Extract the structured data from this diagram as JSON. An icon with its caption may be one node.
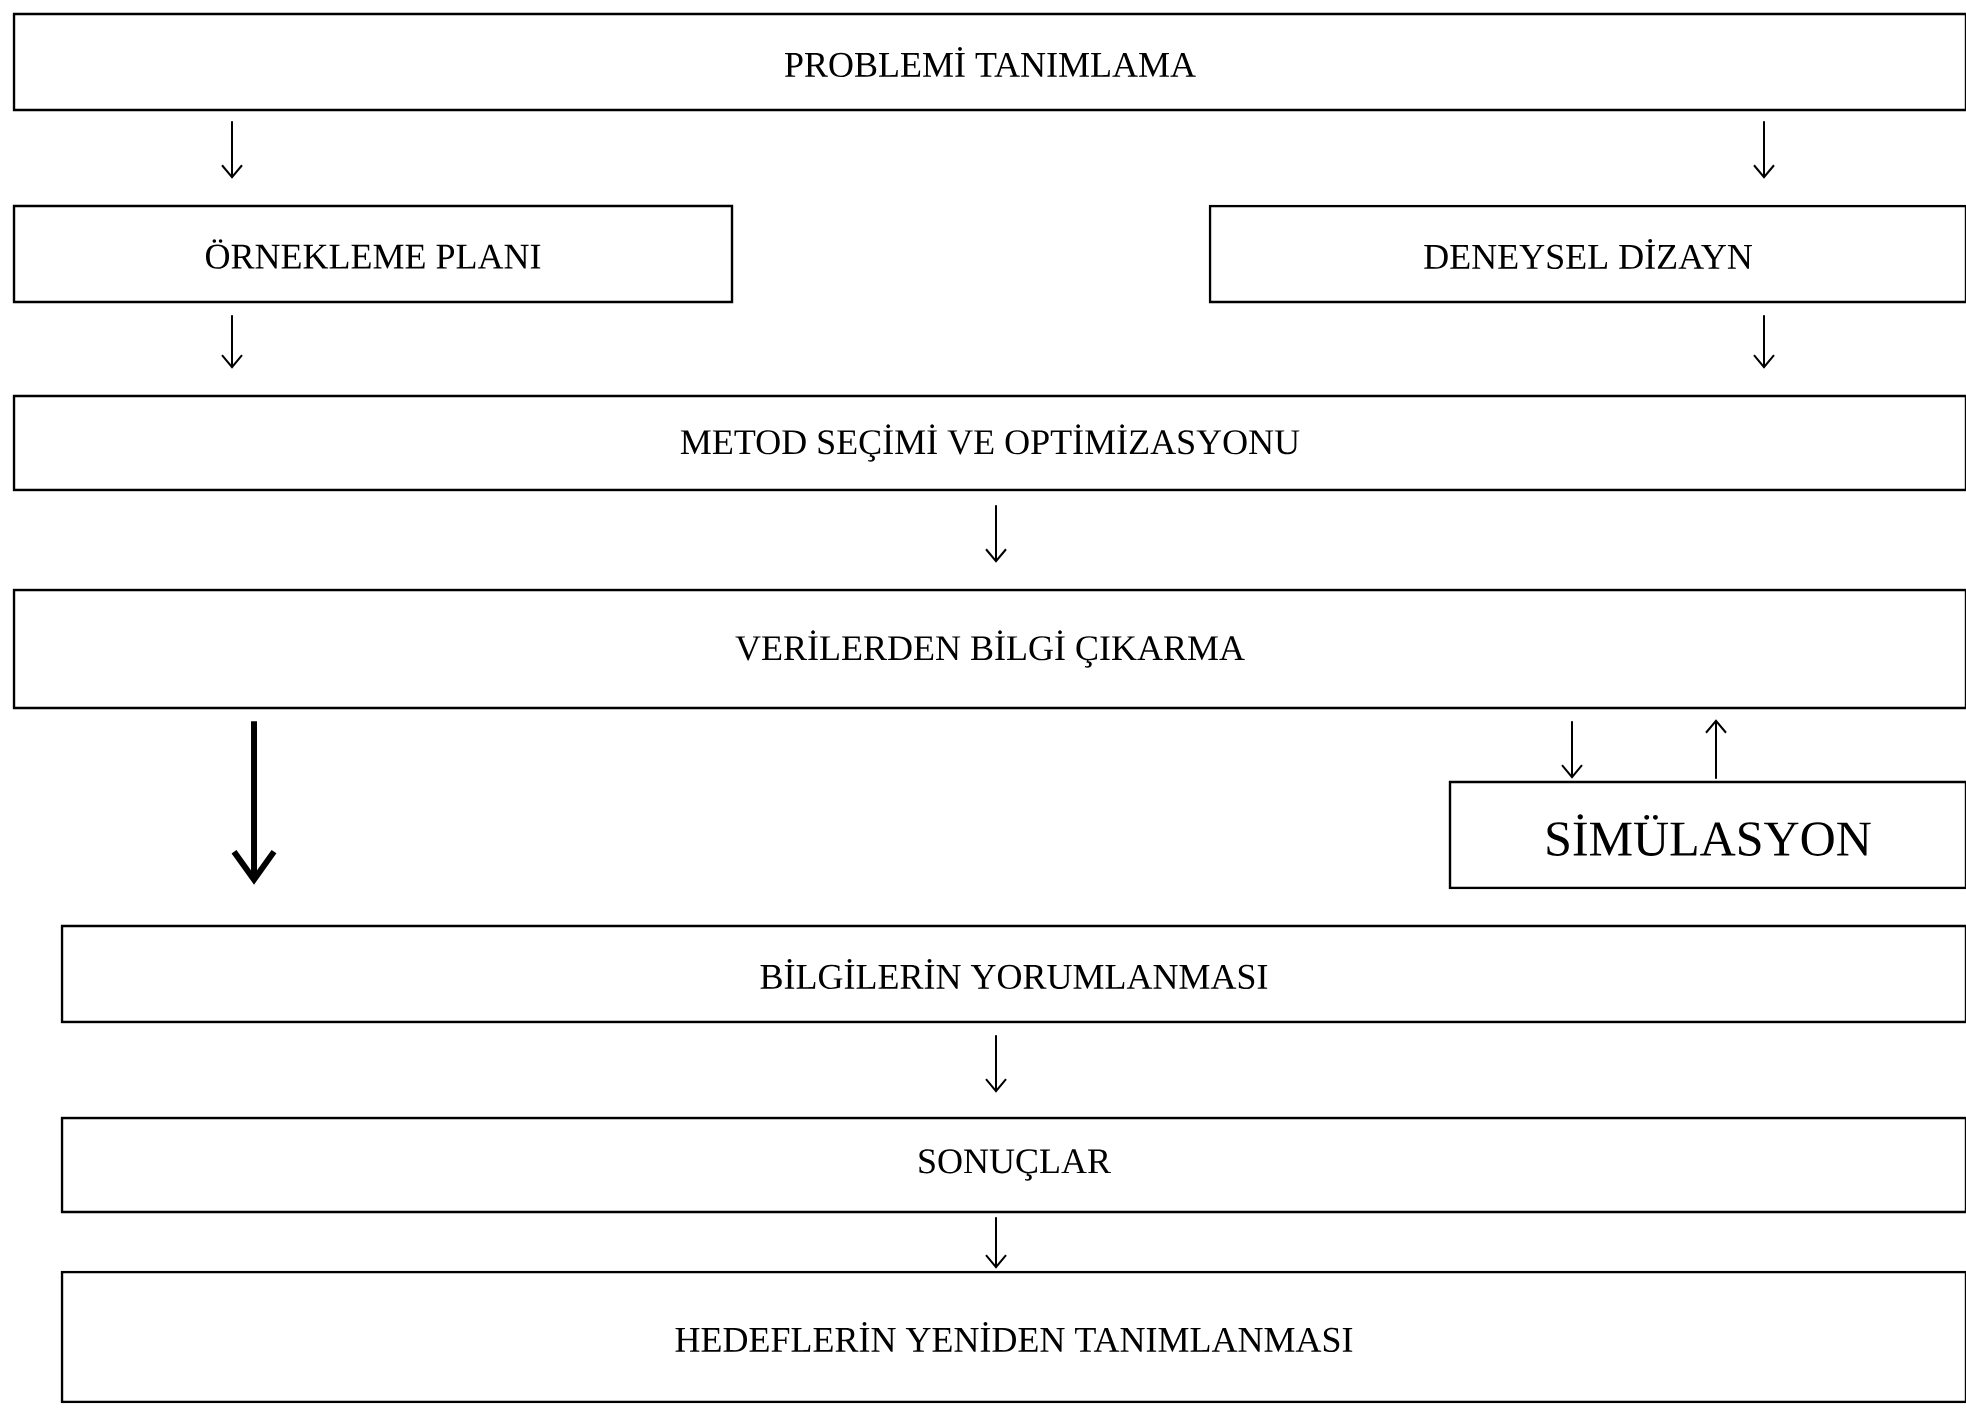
{
  "diagram": {
    "nodes": [
      {
        "text": [
          "PROBLEMİ TANIMLAMA"
        ]
      },
      {
        "text": [
          "ÖRNEKLEME PLANI"
        ]
      },
      {
        "text": [
          "DENEYSEL DİZAYN"
        ]
      },
      {
        "text": [
          "METOD SEÇİMİ VE OPTİMİZASYONU"
        ]
      },
      {
        "text": [
          "VERİLERDEN BİLGİ ÇIKARMA"
        ]
      },
      {
        "text": [
          "SİMÜLASYON"
        ]
      },
      {
        "text": [
          "BİLGİLERİN YORUMLANMASI"
        ]
      },
      {
        "text": [
          "SONUÇLAR"
        ]
      },
      {
        "text": [
          "HEDEFLERİN YENİDEN TANIMLANMASI"
        ]
      }
    ],
    "edges": [
      {
        "from": 0,
        "to": 1,
        "arrow": "to"
      },
      {
        "from": 0,
        "to": 2,
        "arrow": "to"
      },
      {
        "from": 1,
        "to": 3,
        "arrow": "to"
      },
      {
        "from": 2,
        "to": 3,
        "arrow": "to"
      },
      {
        "from": 3,
        "to": 4,
        "arrow": "to"
      },
      {
        "from": 4,
        "to": 5,
        "arrow": "to"
      },
      {
        "from": 5,
        "to": 4,
        "arrow": "to"
      },
      {
        "from": 4,
        "to": 6,
        "arrow": "to",
        "style": "thick"
      },
      {
        "from": 6,
        "to": 7,
        "arrow": "to"
      },
      {
        "from": 7,
        "to": 8,
        "arrow": "to"
      }
    ]
  }
}
